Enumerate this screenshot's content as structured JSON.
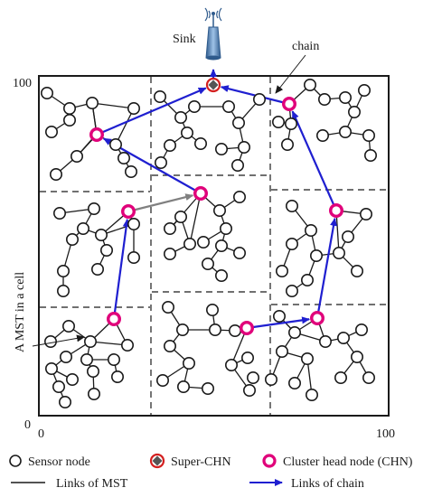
{
  "labels": {
    "sink": "Sink",
    "chain": "chain",
    "mst_in_cell": "A MST in a cell",
    "axis_y_top": "100",
    "axis_y_origin": "0",
    "axis_x_origin": "0",
    "axis_x_end": "100"
  },
  "legend": {
    "sensor_node": "Sensor node",
    "super_chn": "Super-CHN",
    "cluster_head": "Cluster head node (CHN)",
    "links_mst": "Links of MST",
    "links_chain": "Links of chain"
  },
  "colors": {
    "chn_ring": "#e0007a",
    "chain_arrow": "#1f1fd0",
    "mst_link": "#1a1a1a",
    "chain_gray_arrow": "#808080",
    "super_chn_ring": "#d42020",
    "sink": "#4f78a8"
  },
  "icons": [
    "sink-tower-icon",
    "antenna-signal-icon"
  ]
}
